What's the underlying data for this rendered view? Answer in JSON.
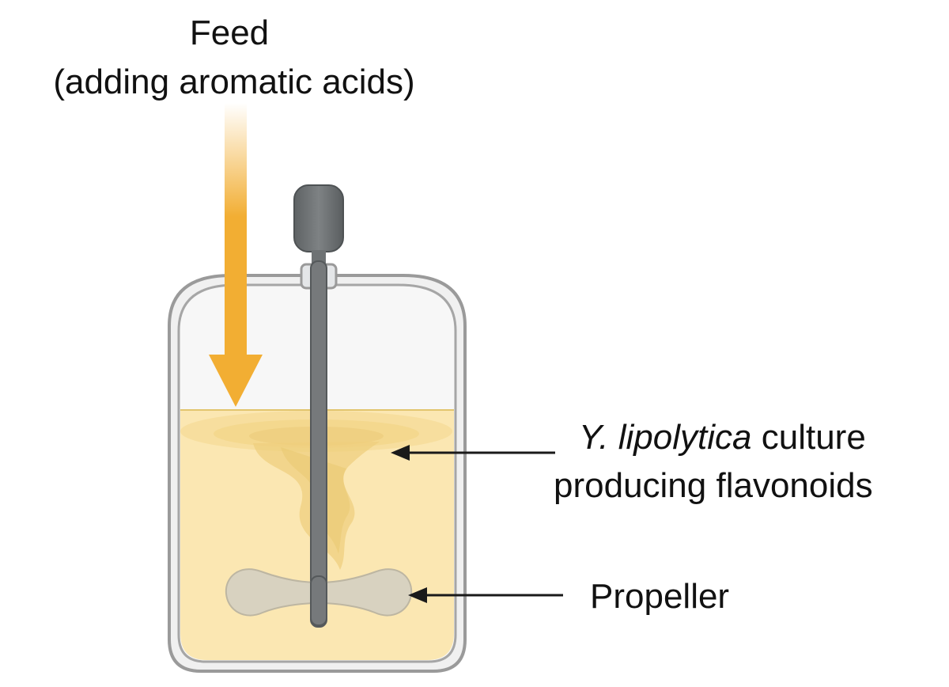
{
  "labels": {
    "feed_title": "Feed",
    "feed_subtitle": "(adding aromatic acids)",
    "culture_species": "Y. lipolytica",
    "culture_word": " culture",
    "culture_line2": "producing flavonoids",
    "propeller": "Propeller"
  },
  "colors": {
    "feed_arrow": "#F2AE33",
    "culture_fill": "#FBE7B2",
    "vessel_outline": "#9A9A9A",
    "vessel_headspace": "#F7F7F7",
    "impeller": "#707476",
    "propeller": "#D8D2C0",
    "pointer": "#1A1A1A"
  }
}
